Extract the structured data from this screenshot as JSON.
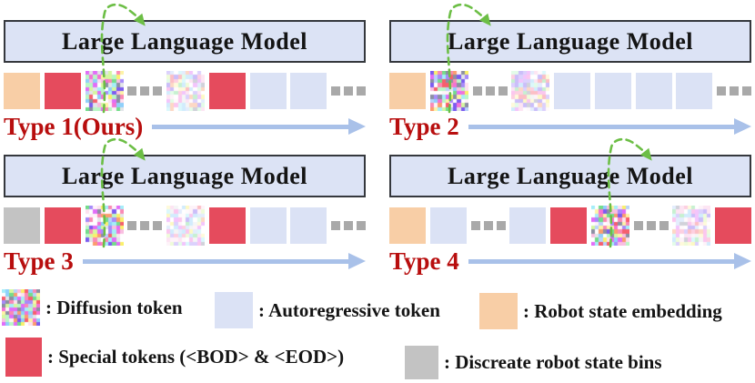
{
  "llm_box_label": "Large Language Model",
  "quadrants": [
    {
      "label": "Type 1(Ours)",
      "tokens": [
        "robot_state",
        "special",
        "diffusion",
        "dots",
        "diffusion_faded",
        "special",
        "ar",
        "ar",
        "dots"
      ]
    },
    {
      "label": "Type 2",
      "tokens": [
        "robot_state",
        "diffusion",
        "dots",
        "diffusion_faded",
        "ar",
        "ar",
        "ar",
        "ar",
        "dots"
      ]
    },
    {
      "label": "Type 3",
      "tokens": [
        "discrete_bins",
        "special",
        "diffusion",
        "dots",
        "diffusion_faded",
        "special",
        "ar",
        "ar",
        "dots"
      ]
    },
    {
      "label": "Type 4",
      "tokens": [
        "robot_state",
        "ar",
        "dots",
        "ar",
        "special",
        "diffusion",
        "dots",
        "diffusion_faded",
        "special"
      ]
    }
  ],
  "legend": [
    {
      "swatch": "diffusion",
      "label": ": Diffusion token"
    },
    {
      "swatch": "ar",
      "label": ": Autoregressive token"
    },
    {
      "swatch": "robot_state",
      "label": ": Robot state embedding"
    },
    {
      "swatch": "special",
      "label": ": Special tokens (<BOD> & <EOD>)"
    },
    {
      "swatch": "discrete_bins",
      "label": ": Discreate robot state bins"
    }
  ],
  "colors": {
    "llm_box_fill": "#DCE3F5",
    "llm_box_border": "#35383D",
    "autoregressive_token": "#DBE2F5",
    "robot_state_embedding": "#F8CEA6",
    "special_token": "#E54B5D",
    "discrete_state_bins": "#C3C3C3",
    "ellipsis_dots": "#A9A9A9",
    "type_label_text": "#B80E0E",
    "flow_arrow_blue": "#A9C1E9",
    "loop_arrow_green": "#6CBE45"
  }
}
